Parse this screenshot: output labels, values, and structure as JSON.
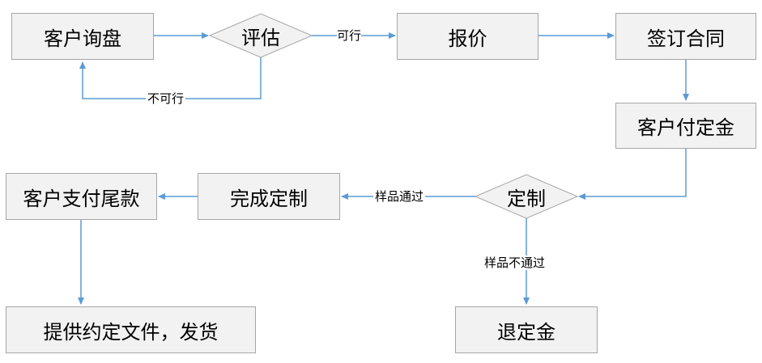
{
  "nodes": {
    "inquiry": "客户询盘",
    "evaluate": "评估",
    "quote": "报价",
    "sign": "签订合同",
    "deposit": "客户付定金",
    "customize": "定制",
    "complete": "完成定制",
    "final_payment": "客户支付尾款",
    "refund": "退定金",
    "deliver": "提供约定文件，发货"
  },
  "edges": {
    "feasible": "可行",
    "not_feasible": "不可行",
    "sample_pass": "样品通过",
    "sample_fail": "样品不通过"
  },
  "colors": {
    "box_fill": "#f2f2f2",
    "box_border": "#a6a6a6",
    "arrow": "#5b9bd5"
  }
}
